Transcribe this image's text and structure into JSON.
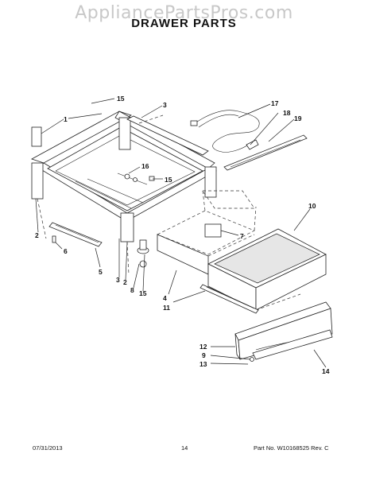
{
  "header": {
    "watermark": "AppliancePartsPros.com",
    "title": "DRAWER PARTS"
  },
  "footer": {
    "date": "07/31/2013",
    "page": "14",
    "part_number": "Part No. W10168525  Rev. C"
  },
  "callouts": [
    {
      "id": "c15a",
      "text": "15"
    },
    {
      "id": "c1",
      "text": "1"
    },
    {
      "id": "c3a",
      "text": "3"
    },
    {
      "id": "c17",
      "text": "17"
    },
    {
      "id": "c18",
      "text": "18"
    },
    {
      "id": "c19",
      "text": "19"
    },
    {
      "id": "c16",
      "text": "16"
    },
    {
      "id": "c15b",
      "text": "15"
    },
    {
      "id": "c2a",
      "text": "2"
    },
    {
      "id": "c6",
      "text": "6"
    },
    {
      "id": "c5",
      "text": "5"
    },
    {
      "id": "c3b",
      "text": "3"
    },
    {
      "id": "c2b",
      "text": "2"
    },
    {
      "id": "c8",
      "text": "8"
    },
    {
      "id": "c15c",
      "text": "15"
    },
    {
      "id": "c4",
      "text": "4"
    },
    {
      "id": "c7",
      "text": "7"
    },
    {
      "id": "c10",
      "text": "10"
    },
    {
      "id": "c11",
      "text": "11"
    },
    {
      "id": "c12",
      "text": "12"
    },
    {
      "id": "c9",
      "text": "9"
    },
    {
      "id": "c13",
      "text": "13"
    },
    {
      "id": "c14",
      "text": "14"
    }
  ]
}
